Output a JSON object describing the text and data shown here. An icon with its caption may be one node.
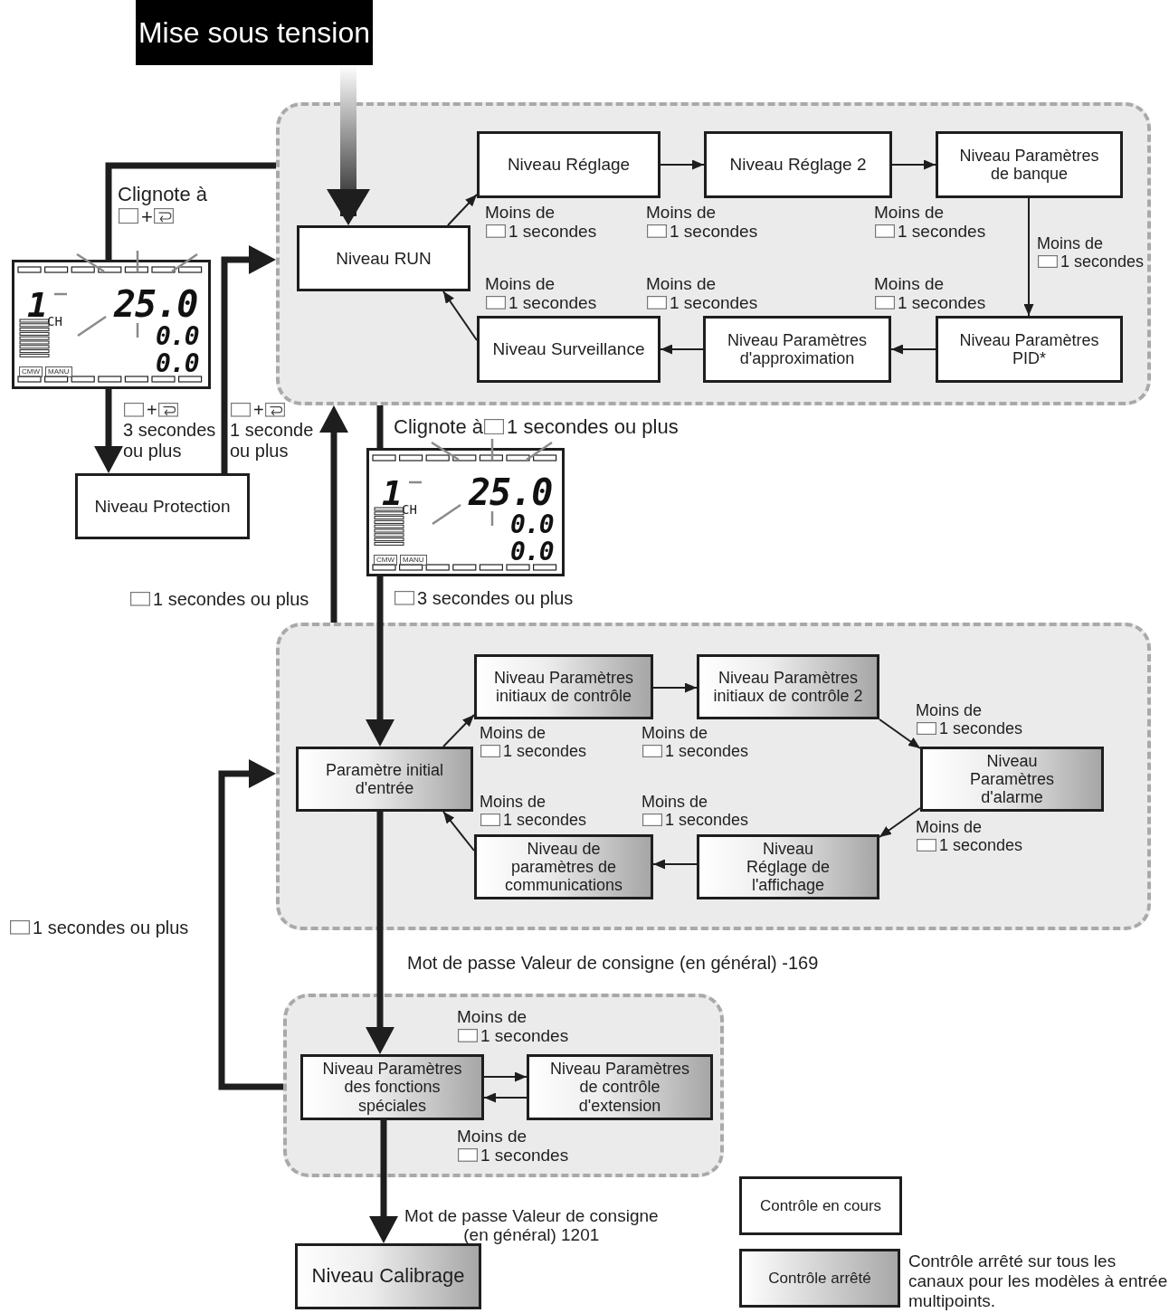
{
  "diagram": {
    "nodes": [
      {
        "text": [
          "Mise sous tension"
        ]
      },
      {
        "text": [],
        "shape": "box"
      },
      {
        "text": [
          "Niveau RUN"
        ],
        "in": 1
      },
      {
        "text": [
          "Niveau Réglage"
        ],
        "in": 1
      },
      {
        "text": [
          "Niveau Réglage 2"
        ],
        "in": 1
      },
      {
        "text": [
          "Niveau Paramètres de banque"
        ],
        "in": 1
      },
      {
        "text": [
          "Niveau Paramètres PID*"
        ],
        "in": 1
      },
      {
        "text": [
          "Niveau Paramètres d'approximation"
        ],
        "in": 1
      },
      {
        "text": [
          "Niveau Surveillance"
        ],
        "in": 1
      },
      {
        "text": [
          "1",
          "CH",
          "25.0",
          "0.0",
          "0.0",
          "CMW",
          "MANU"
        ]
      },
      {
        "text": [
          "Niveau Protection"
        ]
      },
      {
        "text": [
          "1",
          "CH",
          "25.0",
          "0.0",
          "0.0",
          "CMW",
          "MANU"
        ]
      },
      {
        "text": [],
        "shape": "box"
      },
      {
        "text": [
          "Paramètre initial d'entrée"
        ],
        "in": 12
      },
      {
        "text": [
          "Niveau Paramètres initiaux de contrôle"
        ],
        "in": 12
      },
      {
        "text": [
          "Niveau Paramètres initiaux de contrôle 2"
        ],
        "in": 12
      },
      {
        "text": [
          "Niveau Paramètres d'alarme"
        ],
        "in": 12
      },
      {
        "text": [
          "Niveau Réglage de l'affichage"
        ],
        "in": 12
      },
      {
        "text": [
          "Niveau de paramètres de communications"
        ],
        "in": 12
      },
      {
        "text": [],
        "shape": "box"
      },
      {
        "text": [
          "Niveau Paramètres des fonctions spéciales"
        ],
        "in": 19
      },
      {
        "text": [
          "Niveau Paramètres de contrôle d'extension"
        ],
        "in": 19
      },
      {
        "text": [
          "Niveau Calibrage"
        ]
      }
    ],
    "edges": [
      {
        "from": 0,
        "to": 2,
        "arrow": "to",
        "style": "thick"
      },
      {
        "from": 2,
        "to": 3,
        "arrow": "to",
        "label": "Moins de 1 secondes"
      },
      {
        "from": 3,
        "to": 4,
        "arrow": "to",
        "label": "Moins de 1 secondes"
      },
      {
        "from": 4,
        "to": 5,
        "arrow": "to",
        "label": "Moins de 1 secondes"
      },
      {
        "from": 5,
        "to": 6,
        "arrow": "to",
        "label": "Moins de 1 secondes"
      },
      {
        "from": 6,
        "to": 7,
        "arrow": "to",
        "label": "Moins de 1 secondes"
      },
      {
        "from": 7,
        "to": 8,
        "arrow": "to",
        "label": "Moins de 1 secondes"
      },
      {
        "from": 8,
        "to": 2,
        "arrow": "to",
        "label": "Moins de 1 secondes"
      },
      {
        "from": 1,
        "to": 9,
        "arrow": "none",
        "style": "thick",
        "label": "Clignote à +"
      },
      {
        "from": 9,
        "to": 10,
        "arrow": "to",
        "style": "thick",
        "label": "+ 3 secondes ou plus"
      },
      {
        "from": 10,
        "to": 1,
        "arrow": "to",
        "style": "thick",
        "label": "+ 1 seconde ou plus"
      },
      {
        "from": 12,
        "to": 1,
        "arrow": "to",
        "style": "thick",
        "label": "1 secondes ou plus"
      },
      {
        "from": 1,
        "to": 11,
        "arrow": "none",
        "style": "thick",
        "label": "Clignote à 1 secondes ou plus"
      },
      {
        "from": 11,
        "to": 13,
        "arrow": "to",
        "style": "thick",
        "label": "3 secondes ou plus"
      },
      {
        "from": 13,
        "to": 14,
        "arrow": "to",
        "label": "Moins de 1 secondes"
      },
      {
        "from": 14,
        "to": 15,
        "arrow": "to",
        "label": "Moins de 1 secondes"
      },
      {
        "from": 15,
        "to": 16,
        "arrow": "to",
        "label": "Moins de 1 secondes"
      },
      {
        "from": 16,
        "to": 17,
        "arrow": "to",
        "label": "Moins de 1 secondes"
      },
      {
        "from": 17,
        "to": 18,
        "arrow": "to",
        "label": "Moins de 1 secondes"
      },
      {
        "from": 18,
        "to": 13,
        "arrow": "to",
        "label": "Moins de 1 secondes"
      },
      {
        "from": 13,
        "to": 20,
        "arrow": "to",
        "style": "thick",
        "label": "Mot de passe Valeur de consigne (en général) -169"
      },
      {
        "from": 19,
        "to": 12,
        "arrow": "to",
        "style": "thick",
        "label": "1 secondes ou plus"
      },
      {
        "from": 20,
        "to": 21,
        "arrow": "to",
        "label": "Moins de 1 secondes"
      },
      {
        "from": 21,
        "to": 20,
        "arrow": "to",
        "label": "Moins de 1 secondes"
      },
      {
        "from": 20,
        "to": 22,
        "arrow": "to",
        "style": "thick",
        "label": "Mot de passe Valeur de consigne (en général) 1201"
      }
    ],
    "labels": [
      "Contrôle arrêté sur tous les canaux pour les modèles à entrée multipoints."
    ],
    "legend": [
      {
        "text": "Contrôle en cours",
        "color": "#ffffff"
      },
      {
        "text": "Contrôle arrêté",
        "color": "#a8a8a8"
      }
    ]
  }
}
